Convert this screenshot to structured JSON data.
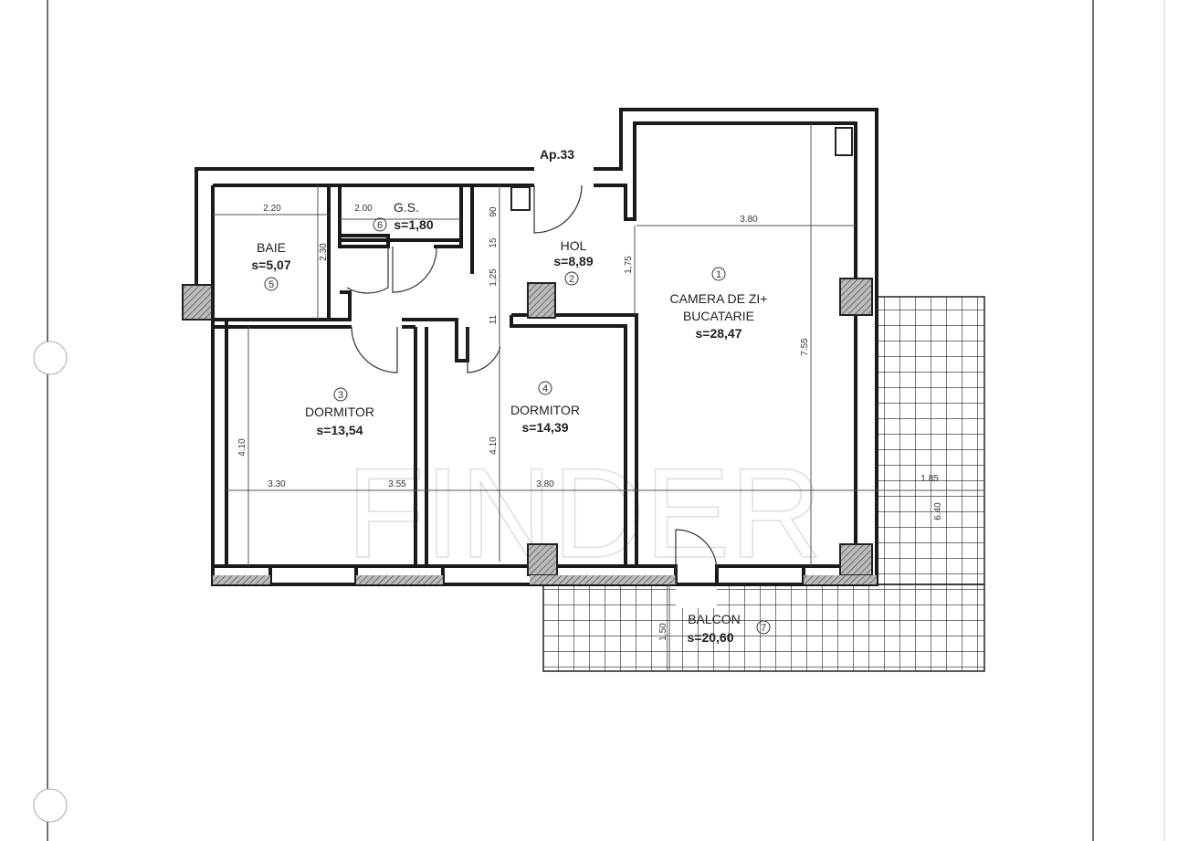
{
  "apartment": "Ap.33",
  "watermark": "FINDER",
  "rooms": [
    {
      "id": "1",
      "name": "CAMERA DE ZI+",
      "name2": "BUCATARIE",
      "area": "s=28,47"
    },
    {
      "id": "2",
      "name": "HOL",
      "area": "s=8,89"
    },
    {
      "id": "3",
      "name": "DORMITOR",
      "area": "s=13,54"
    },
    {
      "id": "4",
      "name": "DORMITOR",
      "area": "s=14,39"
    },
    {
      "id": "5",
      "name": "BAIE",
      "area": "s=5,07"
    },
    {
      "id": "6",
      "name": "G.S.",
      "area": "s=1,80"
    },
    {
      "id": "7",
      "name": "BALCON",
      "area": "s=20,60"
    }
  ],
  "dimensions": {
    "baie_width": "2.20",
    "baie_height": "2.30",
    "gs_width": "2.00",
    "hol_90": "90",
    "hol_15": "15",
    "hol_125": "1,25",
    "hol_11": "11",
    "hol_175": "1,75",
    "living_top": "3.80",
    "living_height": "7.55",
    "dorm3_height": "4.10",
    "dorm3_width": "3.30",
    "dorm4_height": "4.10",
    "dorm4_width": "3.55",
    "living_bottom": "3.80",
    "balcony_side": "1.85",
    "balcony_height": "6.40",
    "balcony_depth": "1.50"
  }
}
